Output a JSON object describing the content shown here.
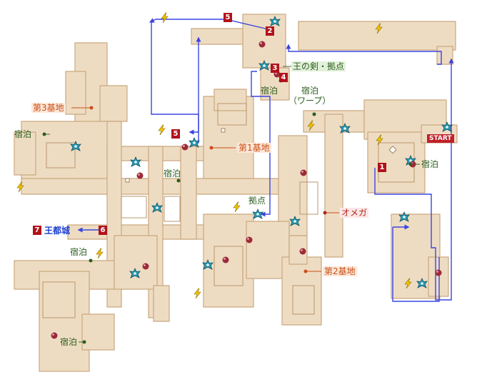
{
  "colors": {
    "corridor": "#eedcc2",
    "corridor_edge": "#c9a880",
    "route": "#3a45e0",
    "marker_red": "#b0121c",
    "inn_green": "#2b5d1e",
    "base_orange": "#c8501a",
    "bolt": "#f2c300",
    "star_teal": "#2a9bb0"
  },
  "icons": {
    "chest": "chest-icon",
    "bolt": "lightning-bolt-icon",
    "save": "star-save-point-icon",
    "enemy": "enemy-icon",
    "arrow": "route-arrow-icon"
  },
  "labels": {
    "start": "START",
    "sword_base": "王の剣・拠点",
    "base1": "第1基地",
    "base2": "第2基地",
    "base3": "第3基地",
    "omega": "オメガ",
    "outpost": "拠点",
    "inn": "宿泊",
    "inn_warp_1": "宿泊",
    "inn_warp_2": "（ワープ）",
    "capital": "王都城"
  },
  "markers": {
    "m1": "1",
    "m2": "2",
    "m3": "3",
    "m4": "4",
    "m5a": "5",
    "m5b": "5",
    "m6": "6",
    "m7": "7"
  }
}
